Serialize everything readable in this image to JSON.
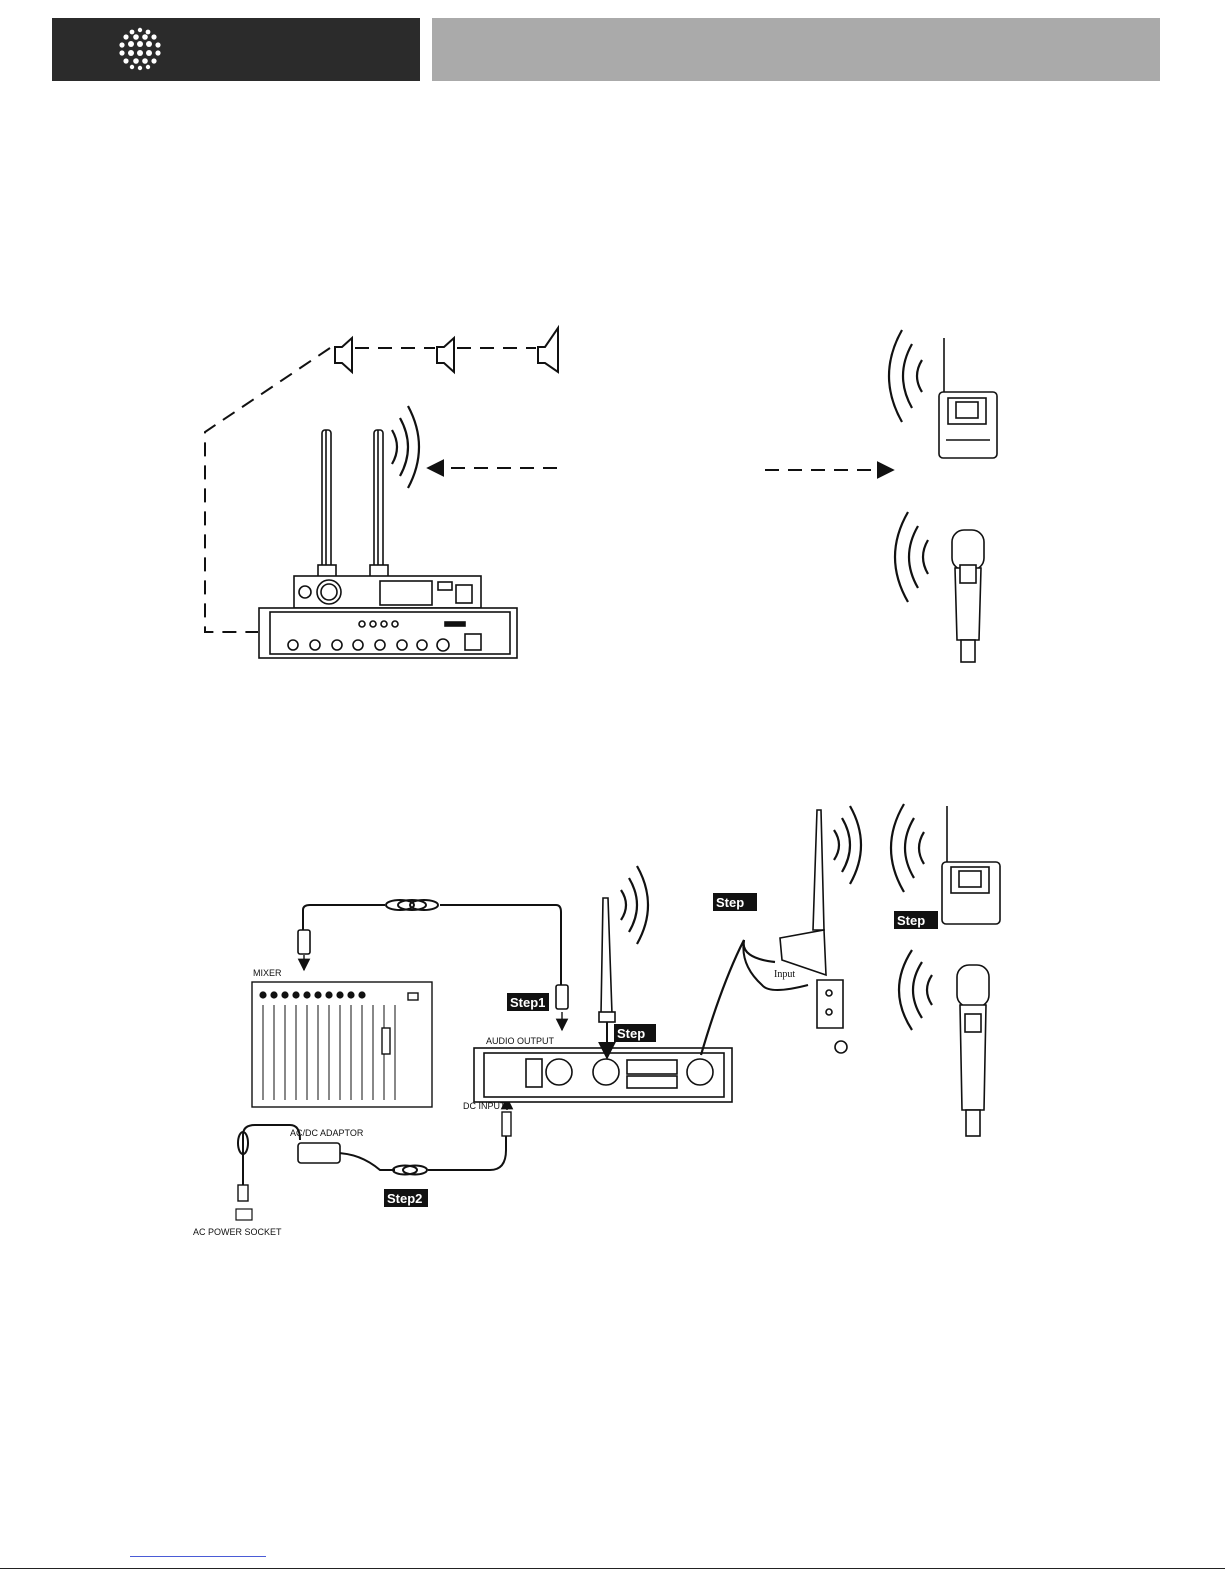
{
  "header": {
    "logo_icon": "dotted-sphere-logo"
  },
  "diagram_top": {
    "speaker_icon": "loudspeaker-icon",
    "devices": [
      "dual-antenna-receiver",
      "amplifier",
      "bodypack-transmitter",
      "handheld-microphone"
    ]
  },
  "diagram_bottom": {
    "mixer_label": "MIXER",
    "audio_output_label": "AUDIO OUTPUT",
    "dc_input_label": "DC INPUT",
    "adaptor_label": "AC/DC ADAPTOR",
    "power_socket_label": "AC POWER SOCKET",
    "input_label": "Input",
    "step1": "Step1",
    "step2": "Step2",
    "step_a": "Step",
    "step_b": "Step",
    "step_c": "Step"
  },
  "colors": {
    "header_dark": "#2b2b2b",
    "header_grey": "#aaaaaa",
    "line": "#111111"
  }
}
